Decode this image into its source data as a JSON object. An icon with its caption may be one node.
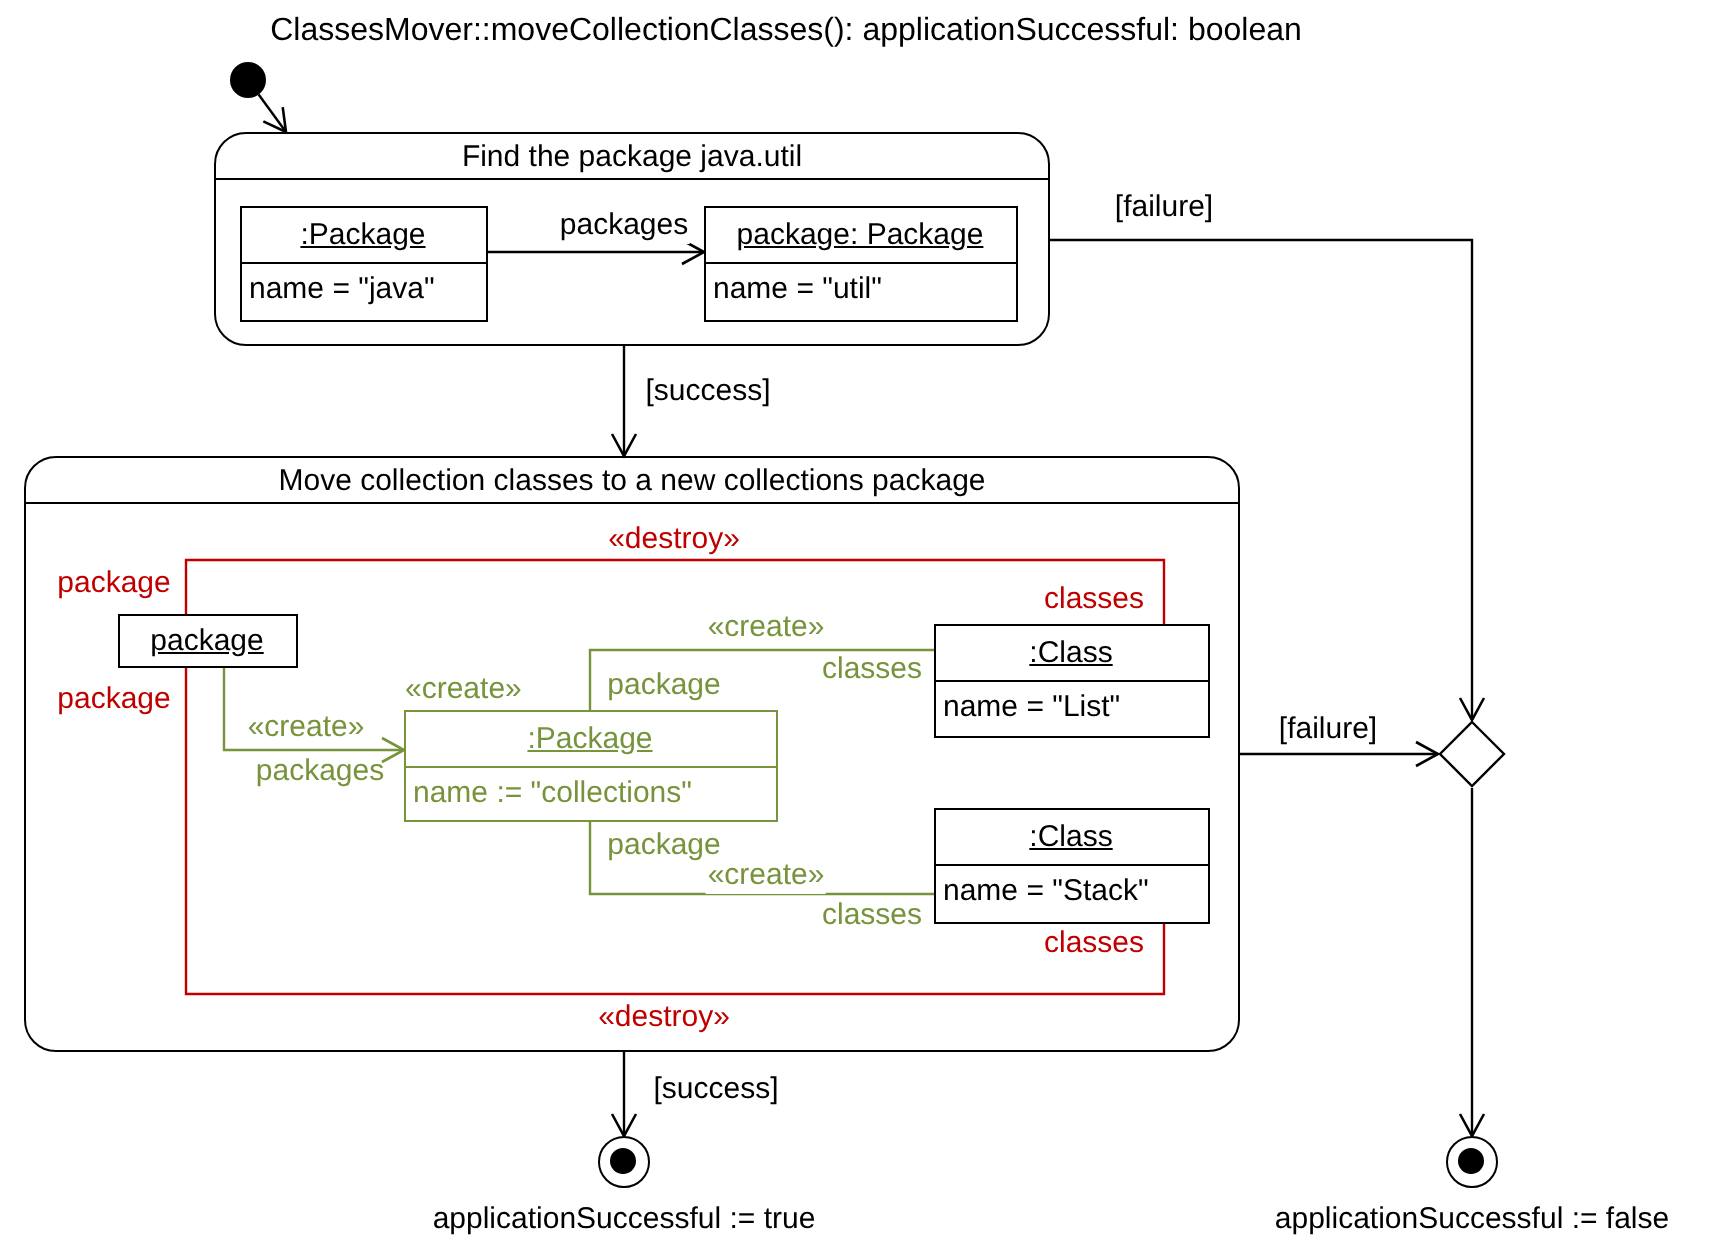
{
  "diagram": {
    "title": "ClassesMover::moveCollectionClasses(): applicationSuccessful: boolean",
    "nodes": [
      {
        "text": [],
        "shape": "circle"
      },
      {
        "text": [
          "Find the package java.util"
        ]
      },
      {
        "text": [
          ":Package",
          "name = \"java\""
        ],
        "in": 1
      },
      {
        "text": [
          "package: Package",
          "name = \"util\""
        ],
        "in": 1
      },
      {
        "text": [
          "Move collection classes to a new collections package"
        ]
      },
      {
        "text": [
          "package"
        ],
        "in": 4
      },
      {
        "text": [
          "«create»",
          ":Package",
          "name := \"collections\""
        ],
        "in": 4
      },
      {
        "text": [
          ":Class",
          "name = \"List\""
        ],
        "in": 4
      },
      {
        "text": [
          ":Class",
          "name = \"Stack\""
        ],
        "in": 4
      },
      {
        "text": [],
        "shape": "diamond"
      },
      {
        "text": [],
        "shape": "circle",
        "beside": [
          "applicationSuccessful := true"
        ]
      },
      {
        "text": [],
        "shape": "circle",
        "beside": [
          "applicationSuccessful := false"
        ]
      }
    ],
    "edges": [
      {
        "from": 0,
        "to": 1,
        "arrow": "to"
      },
      {
        "from": 2,
        "to": 3,
        "arrow": "to",
        "label": "packages"
      },
      {
        "from": 1,
        "to": 4,
        "arrow": "to",
        "label": "[success]"
      },
      {
        "from": 1,
        "to": 9,
        "arrow": "to",
        "label": "[failure]"
      },
      {
        "from": 4,
        "to": 9,
        "arrow": "to",
        "label": "[failure]"
      },
      {
        "from": 4,
        "to": 10,
        "arrow": "to",
        "label": "[success]"
      },
      {
        "from": 9,
        "to": 11,
        "arrow": "to"
      },
      {
        "from": 5,
        "to": 7,
        "arrow": "none",
        "label": "«destroy»",
        "color": "#c00000"
      },
      {
        "from": 5,
        "to": 8,
        "arrow": "none",
        "label": "«destroy»",
        "color": "#c00000"
      },
      {
        "from": 5,
        "to": 6,
        "arrow": "to",
        "label": "«create»",
        "color": "#77933c"
      },
      {
        "from": 6,
        "to": 7,
        "arrow": "none",
        "label": "«create»",
        "color": "#77933c"
      },
      {
        "from": 6,
        "to": 8,
        "arrow": "none",
        "label": "«create»",
        "color": "#77933c"
      }
    ],
    "labels": [
      "package",
      "classes",
      "classes",
      "package",
      "package",
      "packages",
      "package",
      "classes",
      "classes"
    ]
  }
}
